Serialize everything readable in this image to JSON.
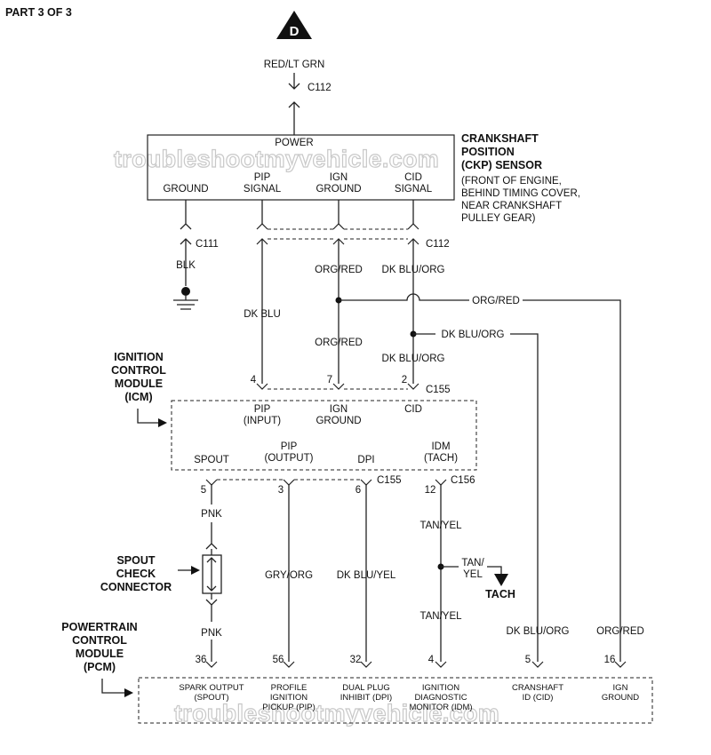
{
  "header": {
    "part": "PART 3 OF 3"
  },
  "watermark": "troubleshootmyvehicle.com",
  "connector_d": {
    "letter": "D"
  },
  "ckp": {
    "title": [
      "CRANKSHAFT",
      "POSITION",
      "(CKP) SENSOR"
    ],
    "location": [
      "(FRONT OF ENGINE,",
      "BEHIND TIMING COVER,",
      "NEAR CRANKSHAFT",
      "PULLEY GEAR)"
    ],
    "pins": {
      "power": "POWER",
      "ground": "GROUND",
      "pip": [
        "PIP",
        "SIGNAL"
      ],
      "ign": [
        "IGN",
        "GROUND"
      ],
      "cid": [
        "CID",
        "SIGNAL"
      ]
    }
  },
  "icm": {
    "title": [
      "IGNITION",
      "CONTROL",
      "MODULE",
      "(ICM)"
    ],
    "inputs": {
      "pip": [
        "PIP",
        "(INPUT)"
      ],
      "ign": [
        "IGN",
        "GROUND"
      ],
      "cid": "CID"
    },
    "outputs": {
      "spout": "SPOUT",
      "pip": [
        "PIP",
        "(OUTPUT)"
      ],
      "dpi": "DPI",
      "idm": [
        "IDM",
        "(TACH)"
      ]
    }
  },
  "spout_check": {
    "title": [
      "SPOUT",
      "CHECK",
      "CONNECTOR"
    ]
  },
  "pcm": {
    "title": [
      "POWERTRAIN",
      "CONTROL",
      "MODULE",
      "(PCM)"
    ],
    "pins": {
      "spout": [
        "SPARK OUTPUT",
        "(SPOUT)"
      ],
      "pip": [
        "PROFILE",
        "IGNITION",
        "PICKUP (PIP)"
      ],
      "dpi": [
        "DUAL PLUG",
        "INHIBIT (DPI)"
      ],
      "idm": [
        "IGNITION",
        "DIAGNOSTIC",
        "MONITOR (IDM)"
      ],
      "cid": [
        "CRANSHAFT",
        "ID (CID)"
      ],
      "ign": [
        "IGN",
        "GROUND"
      ]
    }
  },
  "tach": {
    "label": "TACH",
    "wire": [
      "TAN/",
      "YEL"
    ]
  },
  "connectors": {
    "c112": "C112",
    "c111": "C111",
    "c155": "C155",
    "c156": "C156"
  },
  "wires": {
    "red_lt_grn": "RED/LT GRN",
    "blk": "BLK",
    "dk_blu": "DK BLU",
    "org_red": "ORG/RED",
    "dk_blu_org": "DK BLU/ORG",
    "pnk": "PNK",
    "gry_org": "GRY/ORG",
    "dk_blu_yel": "DK BLU/YEL",
    "tan_yel": "TAN/YEL"
  },
  "pins": {
    "icm_pip": "4",
    "icm_ign": "7",
    "icm_cid": "2",
    "spout": "5",
    "pip_out": "3",
    "dpi": "6",
    "idm": "12",
    "pcm_spout": "36",
    "pcm_pip": "56",
    "pcm_dpi": "32",
    "pcm_idm": "4",
    "pcm_cid": "5",
    "pcm_ign": "16"
  }
}
